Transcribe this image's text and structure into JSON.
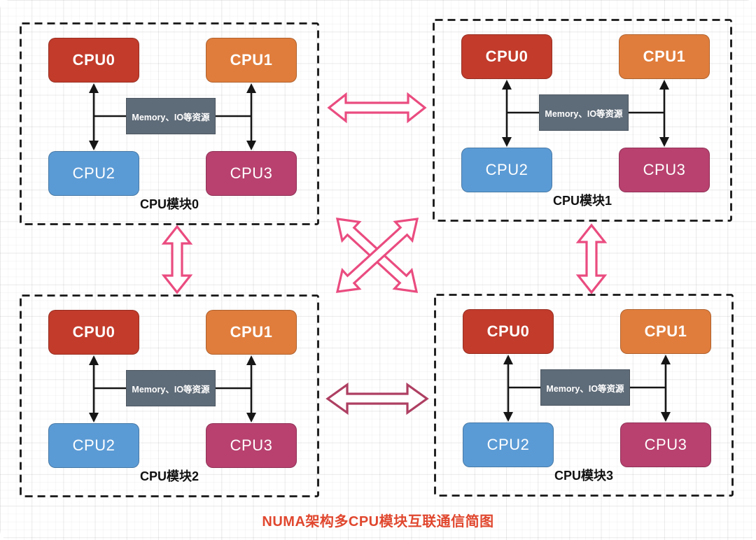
{
  "title": "NUMA架构多CPU模块互联通信简图",
  "modules": [
    {
      "label": "CPU模块0",
      "cpu0": "CPU0",
      "cpu1": "CPU1",
      "cpu2": "CPU2",
      "cpu3": "CPU3",
      "memory": "Memory、IO等资源"
    },
    {
      "label": "CPU模块1",
      "cpu0": "CPU0",
      "cpu1": "CPU1",
      "cpu2": "CPU2",
      "cpu3": "CPU3",
      "memory": "Memory、IO等资源"
    },
    {
      "label": "CPU模块2",
      "cpu0": "CPU0",
      "cpu1": "CPU1",
      "cpu2": "CPU2",
      "cpu3": "CPU3",
      "memory": "Memory、IO等资源"
    },
    {
      "label": "CPU模块3",
      "cpu0": "CPU0",
      "cpu1": "CPU1",
      "cpu2": "CPU2",
      "cpu3": "CPU3",
      "memory": "Memory、IO等资源"
    }
  ],
  "colors": {
    "cpu0": "#c23b2b",
    "cpu1": "#e07d3c",
    "cpu2": "#5b9bd5",
    "cpu3": "#b8416f",
    "memory": "#5e6b78",
    "connector-pink": "#ea4c80",
    "connector-rose": "#ae3f62",
    "title-red": "#e0472e",
    "line-black": "#161616"
  }
}
